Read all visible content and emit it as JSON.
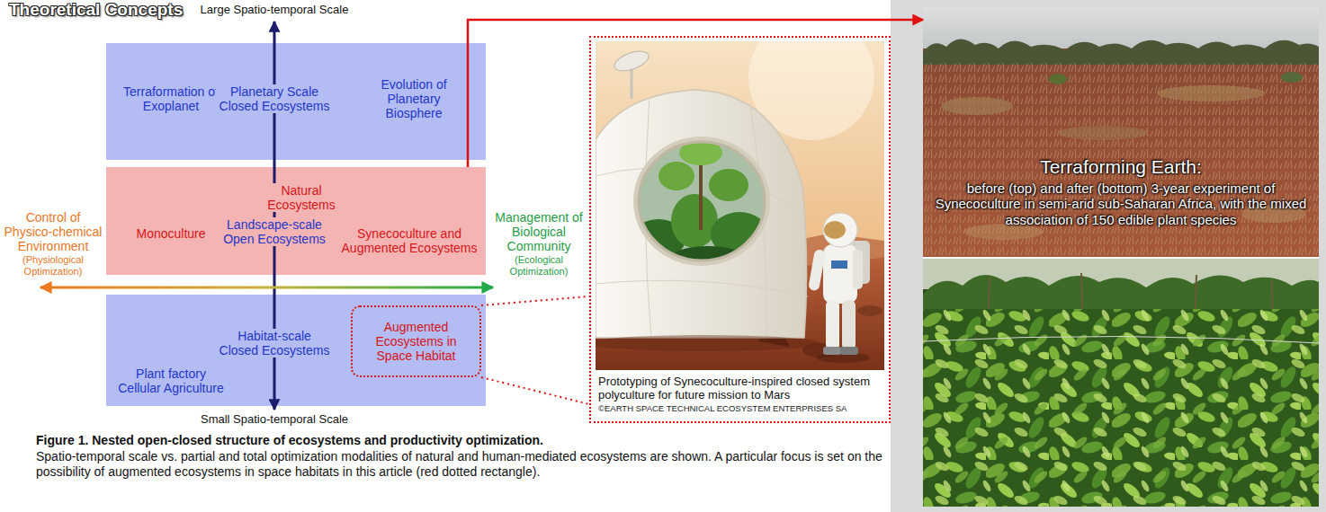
{
  "diagram": {
    "title": "Theoretical Concepts",
    "caption": "Figure 1. Nested open-closed structure of ecosystems and productivity optimization.",
    "nodes": [
      {
        "text": [
          "Terraformation of Exoplanet",
          "Planetary Scale Closed Ecosystems",
          "Evolution of Planetary Biosphere"
        ]
      },
      {
        "text": [
          "Natural Ecosystems",
          "Monoculture",
          "Landscape-scale Open Ecosystems",
          "Synecoculture and Augmented Ecosystems"
        ]
      },
      {
        "text": [
          "Habitat-scale Closed Ecosystems",
          "Plant factory Cellular Agriculture"
        ]
      },
      {
        "text": [
          "Augmented Ecosystems in Space Habitat"
        ],
        "in": 2
      },
      {
        "text": [
          "Prototyping of Synecoculture-inspired closed system polyculture for future mission to Mars",
          "©EARTH SPACE TECHNICAL ECOSYSTEM ENTERPRISES SA"
        ]
      },
      {
        "text": [
          "Terraforming Earth:",
          "before (top) and after (bottom) 3-year experiment of Synecoculture in semi-arid sub-Saharan Africa, with the mixed association of 150 edible plant species"
        ]
      }
    ],
    "edges": [
      {
        "from": 1,
        "to": 5,
        "arrow": "to"
      },
      {
        "from": 3,
        "to": 4,
        "arrow": "none"
      },
      {
        "from": 3,
        "to": 4,
        "arrow": "none"
      }
    ],
    "labels": [
      "Large Spatio-temporal Scale",
      "Control of Physico-chemical Environment",
      "(Physiological Optimization)",
      "Management of Biological Community",
      "(Ecological Optimization)",
      "Small Spatio-temporal Scale",
      "Spatio-temporal scale vs. partial and total optimization modalities of natural and human-mediated ecosystems are shown. A particular focus is set on the possibility of augmented ecosystems in space habitats in this article (red dotted rectangle)."
    ]
  }
}
